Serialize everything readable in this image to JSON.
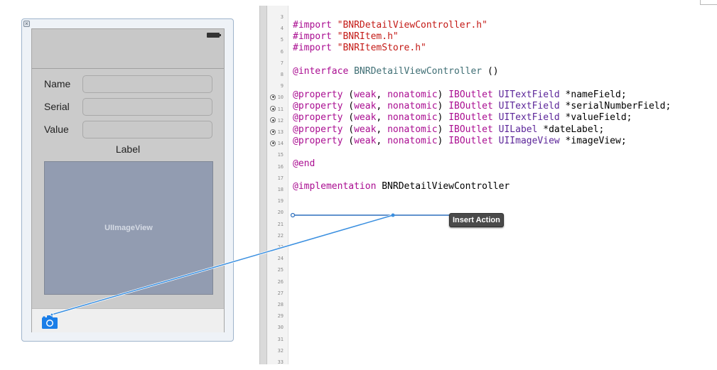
{
  "interface_builder": {
    "close_glyph": "×",
    "fields": [
      {
        "label": "Name"
      },
      {
        "label": "Serial"
      },
      {
        "label": "Value"
      }
    ],
    "date_label": "Label",
    "image_view_label": "UIImageView",
    "toolbar_icon": "camera-icon",
    "accent_color": "#1a7ee8"
  },
  "editor": {
    "line_numbers": [
      "3",
      "4",
      "5",
      "6",
      "7",
      "8",
      "9",
      "10",
      "11",
      "12",
      "13",
      "14",
      "15",
      "16",
      "17",
      "18",
      "19",
      "20",
      "21",
      "22",
      "23",
      "24",
      "25",
      "26",
      "27",
      "28",
      "29",
      "30",
      "31",
      "32",
      "33"
    ],
    "connected_outlet_lines": [
      "10",
      "11",
      "12",
      "13",
      "14"
    ],
    "code": {
      "import_kw": "#import",
      "import_1": "\"BNRDetailViewController.h\"",
      "import_2": "\"BNRItem.h\"",
      "import_3": "\"BNRItemStore.h\"",
      "interface_kw": "@interface",
      "interface_class": "BNRDetailViewController",
      "interface_suffix": " ()",
      "properties": [
        {
          "type": "UITextField",
          "name": " *nameField;"
        },
        {
          "type": "UITextField",
          "name": " *serialNumberField;"
        },
        {
          "type": "UITextField",
          "name": " *valueField;"
        },
        {
          "type": "UILabel",
          "name": " *dateLabel;"
        },
        {
          "type": "UIImageView",
          "name": " *imageView;"
        }
      ],
      "property_kw": "@property",
      "attr_open": " (",
      "attr_weak": "weak",
      "attr_comma": ", ",
      "attr_nonatomic": "nonatomic",
      "attr_close": ") ",
      "iboutlet_kw": "IBOutlet",
      "end_kw": "@end",
      "implementation_kw": "@implementation",
      "implementation_class": " BNRDetailViewController"
    },
    "syntax_colors": {
      "keyword": "#aa0d91",
      "string": "#c41a16",
      "class": "#3f6e74",
      "type": "#5c2699"
    }
  },
  "connection": {
    "tooltip": "Insert Action",
    "line_color": "#3a8fe0"
  }
}
